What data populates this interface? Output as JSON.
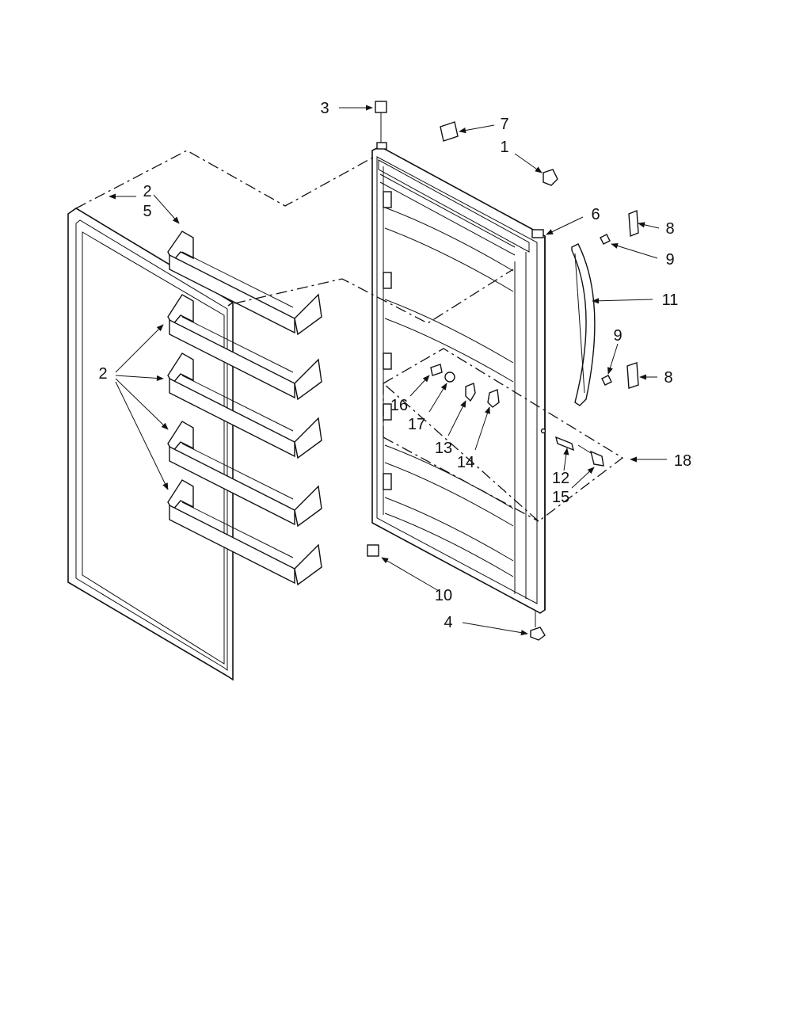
{
  "diagram": {
    "callouts": [
      "1",
      "2",
      "3",
      "4",
      "5",
      "6",
      "7",
      "8",
      "9",
      "10",
      "11",
      "12",
      "13",
      "14",
      "15",
      "16",
      "17",
      "18"
    ],
    "colors": {
      "ink": "#111111",
      "paper": "#ffffff"
    }
  }
}
